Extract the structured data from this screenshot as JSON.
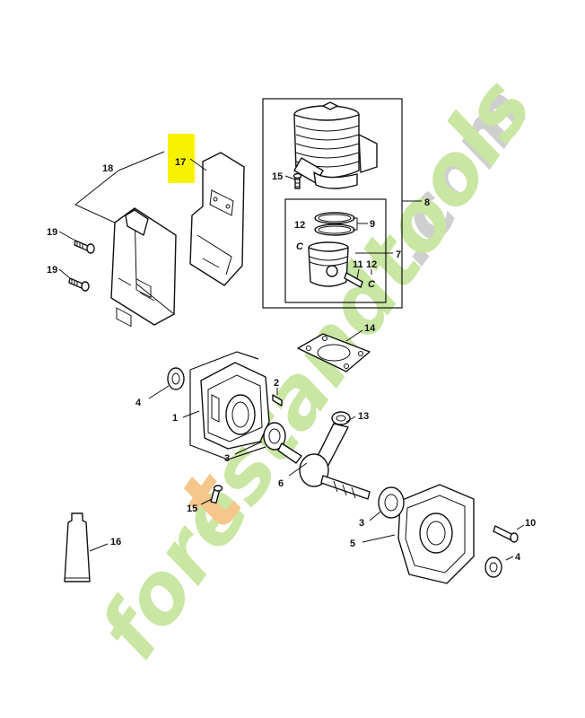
{
  "watermark": {
    "brand_text": "forestandtools",
    "domain_text": ".com",
    "color_green": "#c9e6a3",
    "color_orange": "#f6c78a",
    "color_gray": "#cfcfcf"
  },
  "highlight": {
    "part_number": "17",
    "color": "#f7f200"
  },
  "callouts": [
    {
      "id": "1",
      "label": "1"
    },
    {
      "id": "2",
      "label": "2"
    },
    {
      "id": "3a",
      "label": "3"
    },
    {
      "id": "3b",
      "label": "3"
    },
    {
      "id": "4a",
      "label": "4"
    },
    {
      "id": "4b",
      "label": "4"
    },
    {
      "id": "5",
      "label": "5"
    },
    {
      "id": "6",
      "label": "6"
    },
    {
      "id": "7",
      "label": "7"
    },
    {
      "id": "8",
      "label": "8"
    },
    {
      "id": "9",
      "label": "9"
    },
    {
      "id": "10",
      "label": "10"
    },
    {
      "id": "11",
      "label": "11"
    },
    {
      "id": "12a",
      "label": "12"
    },
    {
      "id": "12b",
      "label": "12"
    },
    {
      "id": "13",
      "label": "13"
    },
    {
      "id": "14",
      "label": "14"
    },
    {
      "id": "15a",
      "label": "15"
    },
    {
      "id": "15b",
      "label": "15"
    },
    {
      "id": "16",
      "label": "16"
    },
    {
      "id": "18",
      "label": "18"
    },
    {
      "id": "19a",
      "label": "19"
    },
    {
      "id": "19b",
      "label": "19"
    }
  ],
  "circlip_symbol": "C"
}
